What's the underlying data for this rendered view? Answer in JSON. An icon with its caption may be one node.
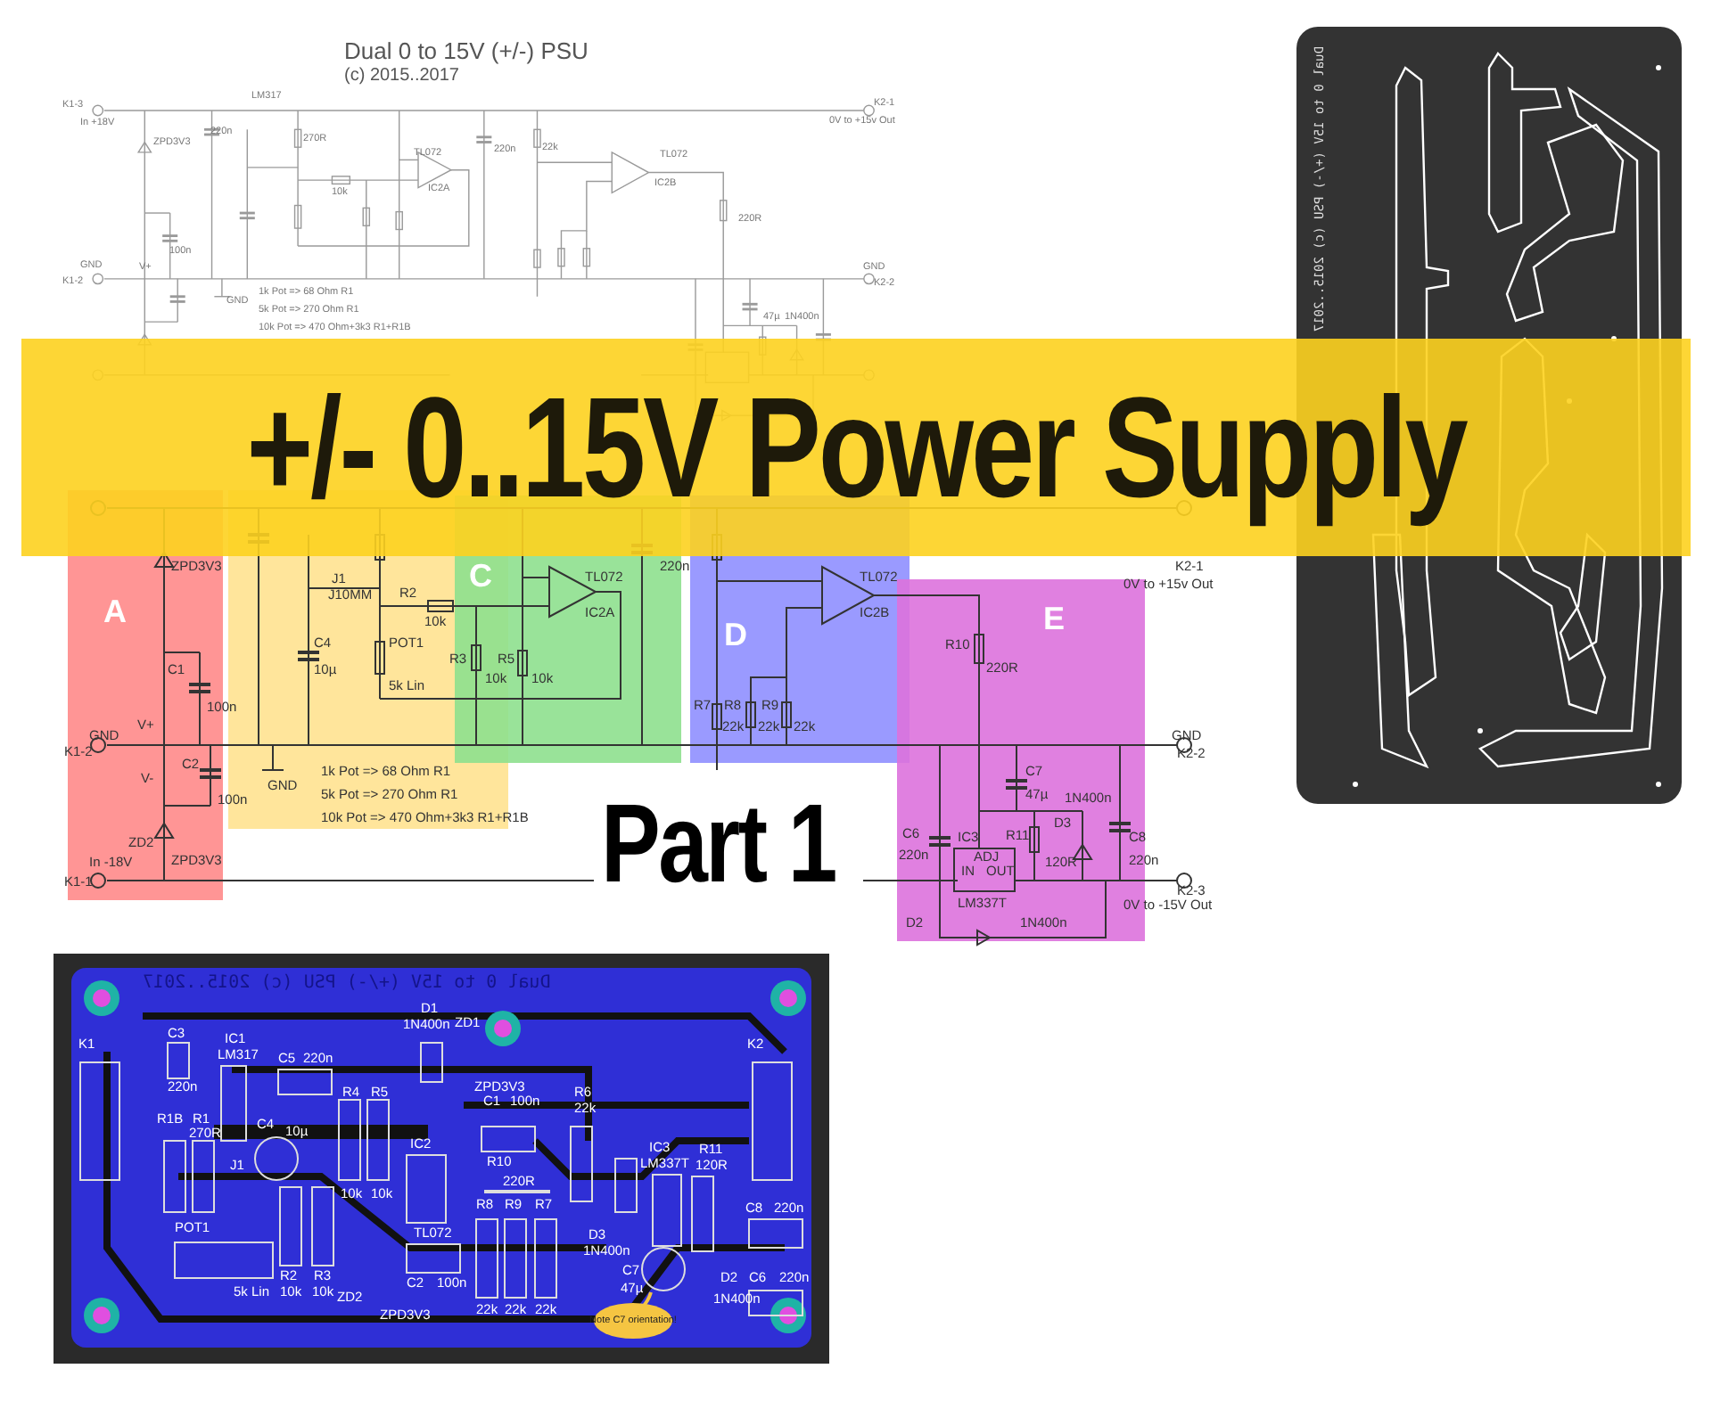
{
  "diagram": {
    "title": "+/- 0..15V Power Supply",
    "nodes": [
      {
        "text": [
          "A"
        ]
      },
      {
        "text": [],
        "shape": "box"
      },
      {
        "text": [
          "C"
        ]
      },
      {
        "text": [
          "D"
        ]
      },
      {
        "text": [
          "E"
        ]
      }
    ],
    "labels": [
      "Dual 0 to 15V (+/-) PSU",
      "(c) 2015..2017",
      "K1-3",
      "In +18V",
      "ZPD3V3",
      "LM317",
      "220n",
      "270R",
      "10k",
      "TL072",
      "IC2A",
      "220n",
      "22k",
      "TL072",
      "IC2B",
      "220R",
      "K2-1",
      "0V to +15v Out",
      "GND",
      "K1-2",
      "V+",
      "100n",
      "GND",
      "1k Pot => 68 Ohm R1",
      "5k Pot => 270 Ohm R1",
      "10k Pot => 470 Ohm+3k3 R1+R1B",
      "GND",
      "K2-2",
      "47µ",
      "1N400n",
      "ZPD3V3",
      "C1",
      "100n",
      "V+",
      "GND",
      "K1-2",
      "V-",
      "C2",
      "100n",
      "ZD2",
      "In -18V",
      "ZPD3V3",
      "K1-1",
      "J1",
      "J10MM",
      "R2",
      "10k",
      "C4",
      "10µ",
      "POT1",
      "5k Lin",
      "GND",
      "1k Pot => 68 Ohm R1",
      "5k Pot => 270 Ohm R1",
      "10k Pot => 470 Ohm+3k3 R1+R1B",
      "TL072",
      "IC2A",
      "R3",
      "10k",
      "R5",
      "10k",
      "220n",
      "TL072",
      "IC2B",
      "R7",
      "22k",
      "R8",
      "22k",
      "R9",
      "22k",
      "K2-1",
      "0V to +15v Out",
      "R10",
      "220R",
      "GND",
      "K2-2",
      "C7",
      "47µ",
      "1N400n",
      "D3",
      "R11",
      "120R",
      "C6",
      "220n",
      "IC3",
      "ADJ",
      "IN",
      "OUT",
      "C8",
      "220n",
      "LM337T",
      "K2-3",
      "0V to -15V Out",
      "D2",
      "1N400n",
      "Part 1",
      "Dual 0 to 15V (+/-) PSU (c) 2015..2017",
      "K1",
      "C3",
      "220n",
      "IC1",
      "LM317",
      "C5",
      "220n",
      "D1",
      "1N400n",
      "ZD1",
      "ZPD3V3",
      "R4",
      "R5",
      "C1",
      "100n",
      "R6",
      "22k",
      "K2",
      "IC3",
      "LM337T",
      "R11",
      "120R",
      "R1B",
      "R1",
      "270R",
      "C4",
      "10µ",
      "IC2",
      "J1",
      "R10",
      "220R",
      "10k",
      "10k",
      "R8",
      "R9",
      "R7",
      "C8",
      "220n",
      "POT1",
      "TL072",
      "D3",
      "1N400n",
      "R2",
      "R3",
      "C2",
      "100n",
      "C7",
      "D2",
      "C6",
      "220n",
      "5k Lin",
      "10k",
      "10k",
      "ZD2",
      "47µ",
      "1N400n",
      "ZPD3V3",
      "22k",
      "22k",
      "22k",
      "Note C7 orientation!",
      "Dual 0 to 15V (+/-) PSU (c) 2015..2017"
    ]
  }
}
